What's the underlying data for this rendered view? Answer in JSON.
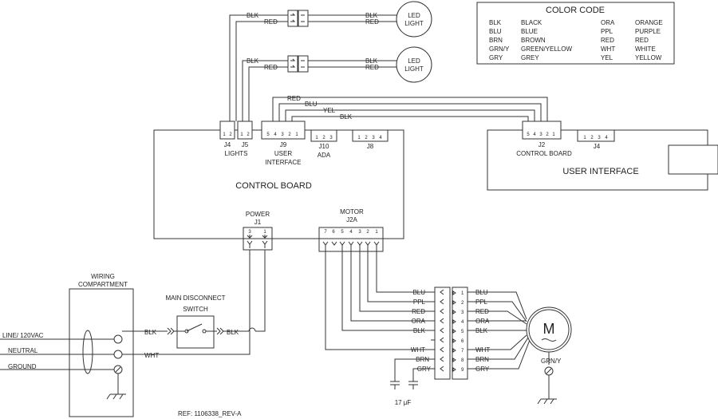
{
  "color_code": {
    "title": "COLOR CODE",
    "left": [
      [
        "BLK",
        "BLACK"
      ],
      [
        "BLU",
        "BLUE"
      ],
      [
        "BRN",
        "BROWN"
      ],
      [
        "GRN/Y",
        "GREEN/YELLOW"
      ],
      [
        "GRY",
        "GREY"
      ]
    ],
    "right": [
      [
        "ORA",
        "ORANGE"
      ],
      [
        "PPL",
        "PURPLE"
      ],
      [
        "RED",
        "RED"
      ],
      [
        "WHT",
        "WHITE"
      ],
      [
        "YEL",
        "YELLOW"
      ]
    ]
  },
  "led": {
    "line1": "LED",
    "line2": "LIGHT"
  },
  "light_wires": {
    "blk": "BLK",
    "red": "RED"
  },
  "control_board": {
    "title": "CONTROL BOARD",
    "j4": "J4",
    "j5": "J5",
    "lights": "LIGHTS",
    "j9": "J9",
    "user": "USER",
    "interface": "INTERFACE",
    "j10": "J10",
    "ada": "ADA",
    "j8": "J8",
    "power": "POWER",
    "j1": "J1",
    "motor": "MOTOR",
    "j2a": "J2A",
    "j1_pins": [
      "3",
      "1"
    ],
    "j2a_pins": [
      "7",
      "6",
      "5",
      "4",
      "3",
      "2",
      "1"
    ],
    "j9_pins": [
      "5",
      "4",
      "3",
      "2",
      "1"
    ],
    "j10_pins": [
      "1",
      "2",
      "3"
    ],
    "j8_pins": [
      "1",
      "2",
      "3",
      "4"
    ],
    "j4_pins": [
      "1",
      "2"
    ],
    "j5_pins": [
      "1",
      "2"
    ]
  },
  "ui_wires": [
    "RED",
    "BLU",
    "YEL",
    "BLK"
  ],
  "ui_board": {
    "title": "USER INTERFACE",
    "cb_label": "CONTROL BOARD",
    "j2": "J2",
    "j4": "J4",
    "j2_pins": [
      "5",
      "4",
      "3",
      "2",
      "1"
    ],
    "j4_pins": [
      "1",
      "2",
      "3",
      "4"
    ]
  },
  "wiring": {
    "compartment1": "WIRING",
    "compartment2": "COMPARTMENT",
    "line": "LINE/ 120VAC",
    "neutral": "NEUTRAL",
    "ground": "GROUND",
    "blk": "BLK",
    "wht": "WHT",
    "switch1": "MAIN DISCONNECT",
    "switch2": "SWITCH"
  },
  "motor_connector": {
    "left": [
      "BLU",
      "PPL",
      "RED",
      "ORA",
      "BLK",
      "",
      "WHT",
      "BRN",
      "GRY"
    ],
    "right": [
      "BLU",
      "PPL",
      "RED",
      "ORA",
      "BLK",
      "",
      "WHT",
      "BRN",
      "GRY"
    ],
    "pins": [
      "1",
      "2",
      "3",
      "4",
      "5",
      "6",
      "7",
      "8",
      "9"
    ]
  },
  "motor": {
    "symbol": "M",
    "ground": "GRN/Y"
  },
  "capacitor": "17 µF",
  "ref": "REF: 1106338_REV-A"
}
